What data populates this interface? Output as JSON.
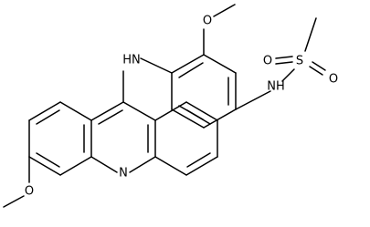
{
  "molecule": {
    "atoms": {
      "nh_link": "HN",
      "ring_n": "N",
      "acridine_o": "O",
      "aryl_o": "O",
      "sulfonamide_nh": "NH",
      "sulfonyl_s": "S",
      "sulfonyl_o_left": "O",
      "sulfonyl_o_right": "O"
    }
  },
  "colors": {
    "bond": "#000000",
    "label": "#000000",
    "background": "#ffffff"
  }
}
